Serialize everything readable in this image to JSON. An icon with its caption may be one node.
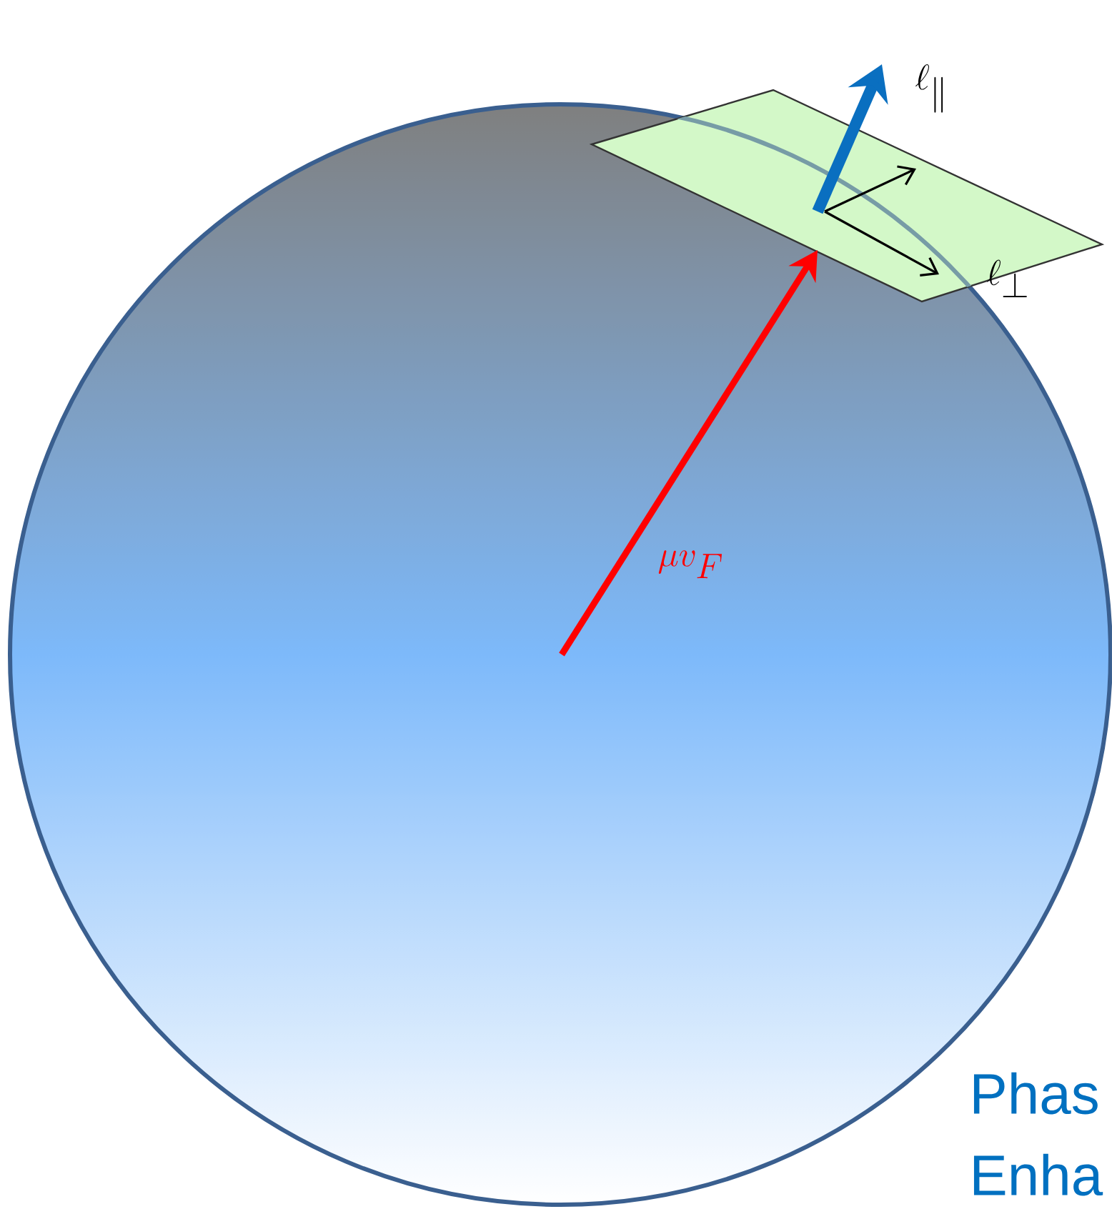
{
  "diagram": {
    "labels": [
      "\\ell_{\\parallel}",
      "\\ell_{\\perp}",
      "\\mu v_F",
      "Phas",
      "Enha"
    ]
  }
}
